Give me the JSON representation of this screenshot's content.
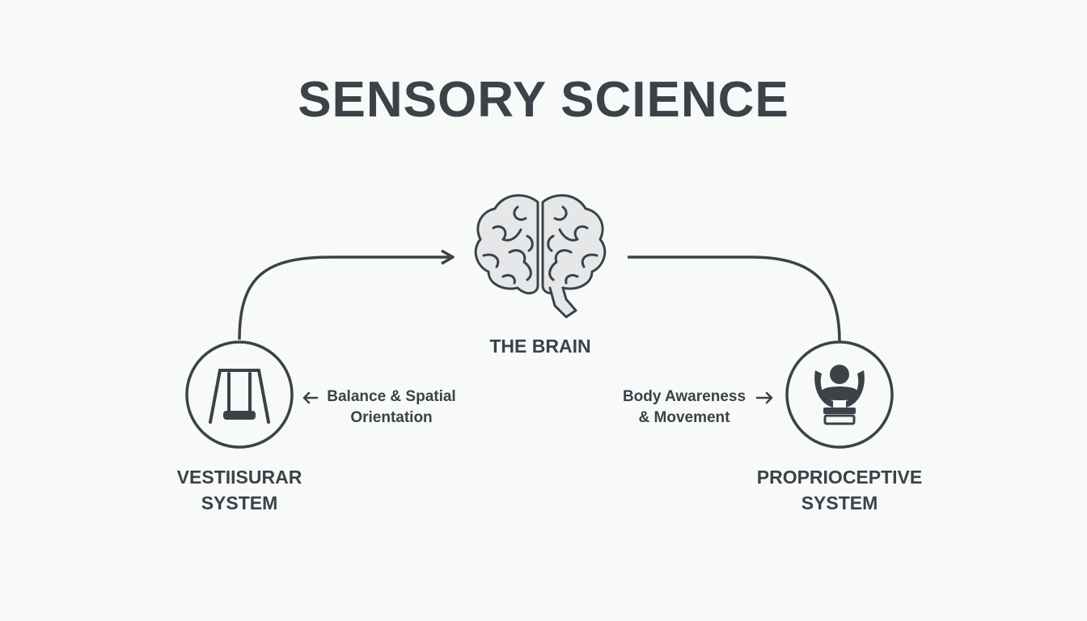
{
  "title": "SENSORY SCIENCE",
  "center": {
    "label": "THE BRAIN",
    "icon": "brain-icon"
  },
  "left": {
    "label_line1": "VESTIISURAR",
    "label_line2": "SYSTEM",
    "note_line1": "Balance & Spatial",
    "note_line2": "Orientation",
    "icon": "swing-icon"
  },
  "right": {
    "label_line1": "PROPRIOCEPTIVE",
    "label_line2": "SYSTEM",
    "note_line1": "Body Awareness",
    "note_line2": "& Movement",
    "icon": "person-seated-icon"
  },
  "colors": {
    "stroke": "#3b4248",
    "background": "#f8f9f9",
    "brain_fill": "#e6e7e8"
  }
}
